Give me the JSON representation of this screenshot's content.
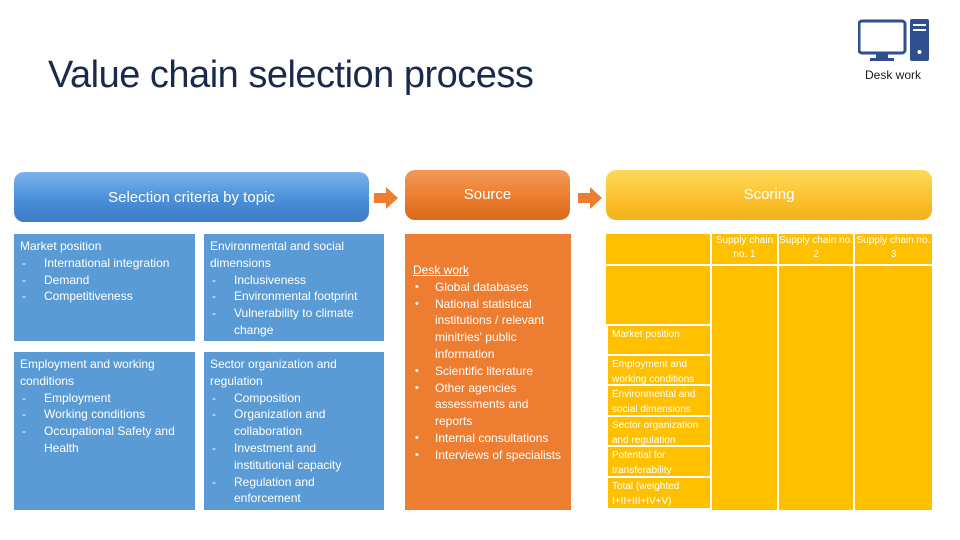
{
  "slide": {
    "title": "Value chain selection process",
    "desk_work_label": "Desk work",
    "icon": "desktop-computer-icon"
  },
  "banners": {
    "criteria": "Selection criteria by topic",
    "source": "Source",
    "scoring": "Scoring"
  },
  "criteria": [
    {
      "heading": "Market position",
      "items": [
        "International integration",
        "Demand",
        "Competitiveness"
      ]
    },
    {
      "heading": "Environmental and social dimensions",
      "items": [
        "Inclusiveness",
        "Environmental footprint",
        "Vulnerability to climate change"
      ]
    },
    {
      "heading": "Employment and working conditions",
      "items": [
        "Employment",
        "Working conditions",
        "Occupational Safety and Health"
      ]
    },
    {
      "heading": "Sector organization and regulation",
      "items": [
        "Composition",
        "Organization and collaboration",
        "Investment and institutional capacity",
        "Regulation and enforcement"
      ]
    }
  ],
  "source": {
    "heading": "Desk work",
    "items": [
      "Global databases",
      "National statistical institutions / relevant minitries' public information",
      "Scientific literature",
      "Other agencies assessments and reports",
      "Internal consultations",
      "Interviews of specialists"
    ]
  },
  "scoring": {
    "columns": [
      "Supply chain no. 1",
      "Supply chain no. 2",
      "Supply chain no. 3"
    ],
    "rows": [
      "Market position",
      "Employment and working conditions",
      "Environmental and social dimensions",
      "Sector organization and regulation",
      "Potential for transferability",
      "Total (weighted I+II+III+IV+V)"
    ]
  },
  "colors": {
    "title": "#1a2a4c",
    "criteria_blue": "#5b9bd5",
    "source_orange": "#ed7d31",
    "scoring_yellow": "#ffc000"
  }
}
